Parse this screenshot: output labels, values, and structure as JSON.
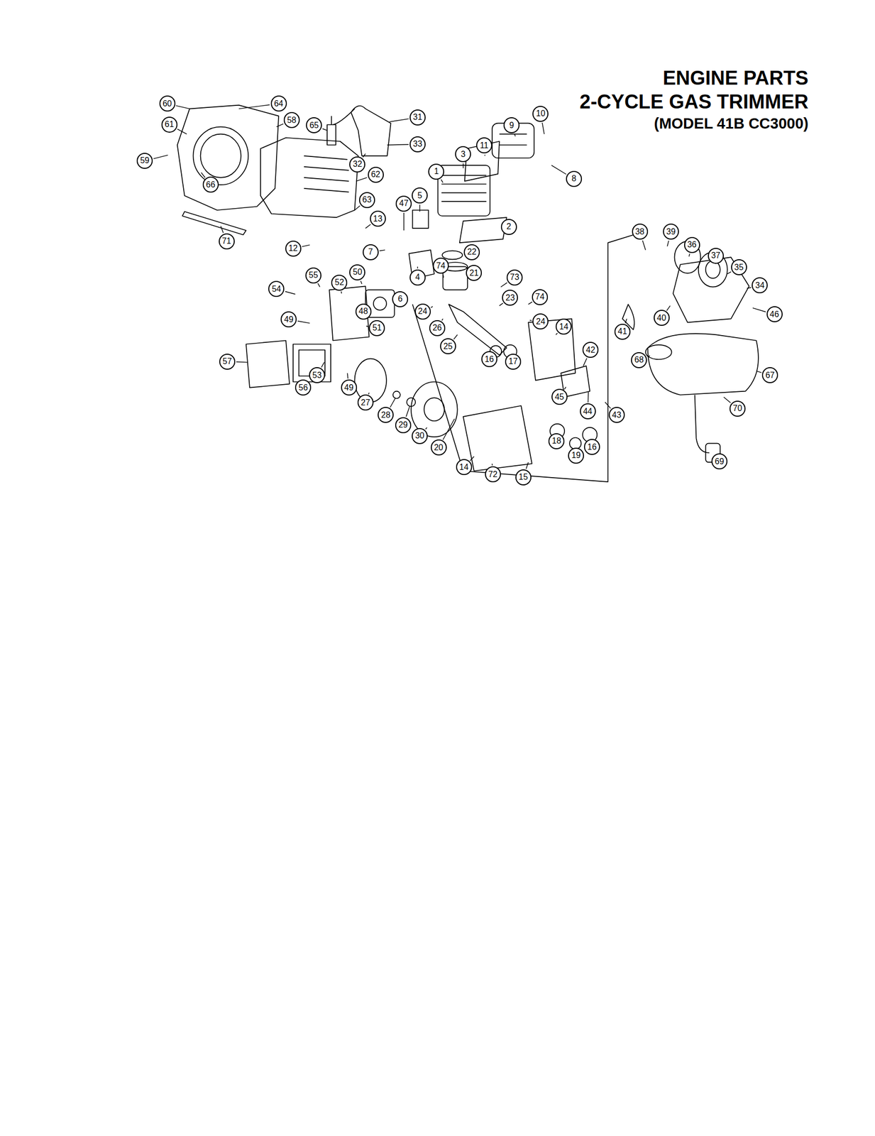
{
  "diagram": {
    "title": "ENGINE PARTS",
    "labels": [
      "2-CYCLE GAS TRIMMER",
      "(MODEL 41B CC3000)",
      "60",
      "64",
      "61",
      "58",
      "65",
      "31",
      "59",
      "33",
      "32",
      "66",
      "62",
      "3",
      "1",
      "11",
      "9",
      "10",
      "8",
      "63",
      "47",
      "5",
      "71",
      "13",
      "2",
      "12",
      "7",
      "22",
      "21",
      "4",
      "73",
      "74",
      "55",
      "50",
      "52",
      "54",
      "6",
      "48",
      "23",
      "74",
      "24",
      "26",
      "24",
      "49",
      "51",
      "14",
      "57",
      "25",
      "16",
      "17",
      "42",
      "53",
      "56",
      "49",
      "27",
      "28",
      "29",
      "30",
      "45",
      "44",
      "43",
      "20",
      "18",
      "19",
      "16",
      "14",
      "72",
      "15",
      "38",
      "39",
      "36",
      "37",
      "35",
      "34",
      "46",
      "40",
      "41",
      "68",
      "67",
      "70",
      "69"
    ]
  }
}
